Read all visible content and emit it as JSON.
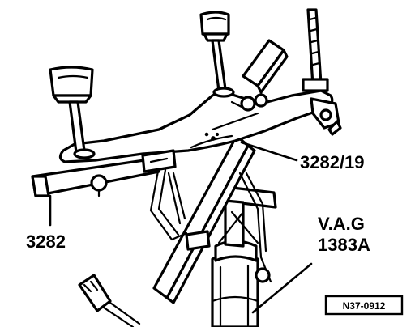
{
  "labels": {
    "tool_base": "3282",
    "adapter_plate": "3282/19",
    "jack_line1": "V.A.G",
    "jack_line2": "1383A"
  },
  "reference": {
    "code": "N37-0912"
  }
}
